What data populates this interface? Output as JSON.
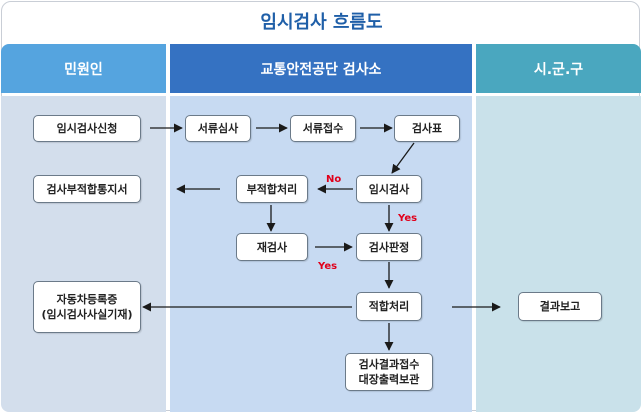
{
  "title": "임시검사 흐름도",
  "lanes": [
    {
      "label": "민원인",
      "color": "#55a4df"
    },
    {
      "label": "교통안전공단 검사소",
      "color": "#3572c2"
    },
    {
      "label": "시.군.구",
      "color": "#4aa7bf"
    }
  ],
  "nodes": {
    "apply": "임시검사신청",
    "doc_review": "서류심사",
    "doc_receipt": "서류접수",
    "inspection_sheet": "검사표",
    "temp_inspection": "임시검사",
    "unfit": "부적합처리",
    "notice": "검사부적합통지서",
    "reinspection": "재검사",
    "judgement": "검사판정",
    "fit": "적합처리",
    "registration_line1": "자동차등록증",
    "registration_line2": "(임시검사사실기재)",
    "report": "결과보고",
    "archive_line1": "검사결과접수",
    "archive_line2": "대장출력보관"
  },
  "edge_labels": {
    "no": "No",
    "yes_down": "Yes",
    "yes_right": "Yes"
  },
  "colors": {
    "lane_body_left": "#d3deec",
    "lane_body_mid": "#c7daf2",
    "lane_body_right": "#c9e1ea",
    "arrow": "#1a1a1a",
    "label_red": "#e0001b"
  }
}
